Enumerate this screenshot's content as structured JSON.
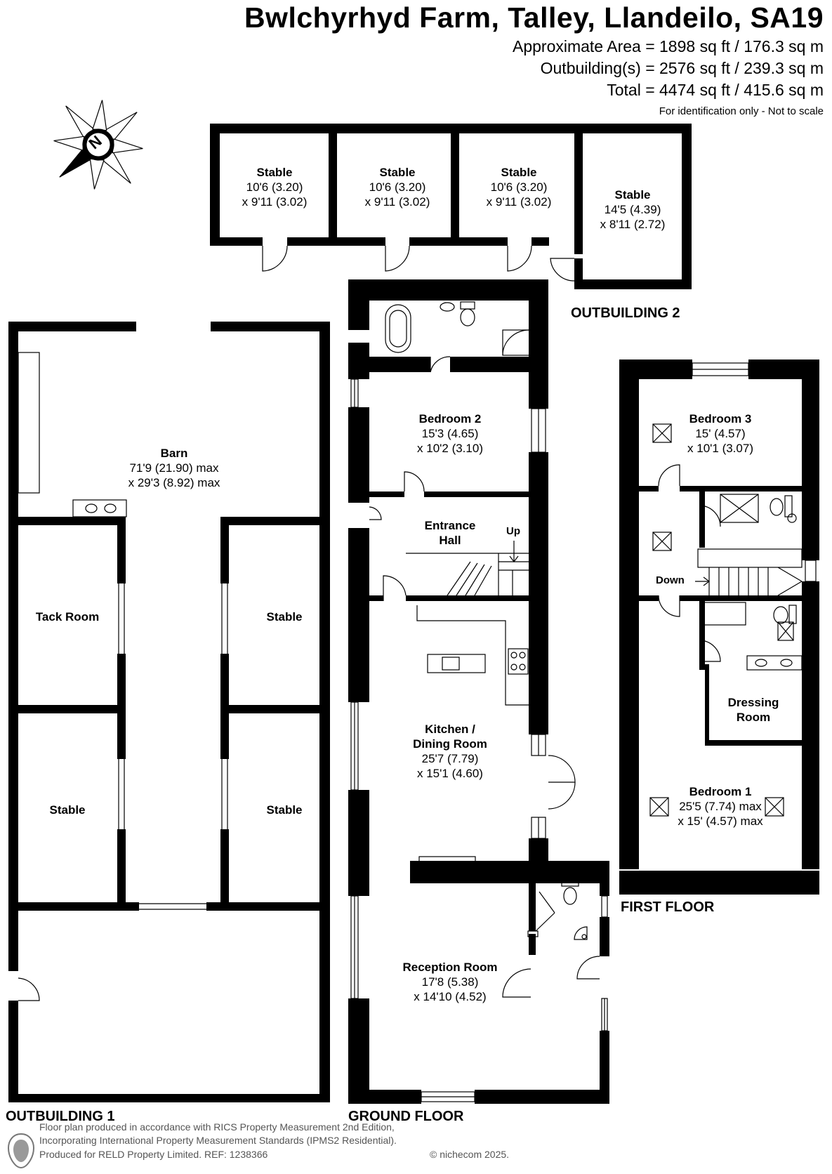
{
  "header": {
    "title": "Bwlchyrhyd Farm, Talley, Llandeilo, SA19",
    "area_line": "Approximate Area = 1898 sq ft / 176.3 sq m",
    "outbuilding_line": "Outbuilding(s) = 2576 sq ft / 239.3 sq m",
    "total_line": "Total = 4474 sq ft / 415.6 sq m",
    "note": "For identification only - Not to scale"
  },
  "compass": {
    "letter": "N"
  },
  "outbuilding2": {
    "label": "OUTBUILDING 2",
    "stables": [
      {
        "name": "Stable",
        "dim1": "10'6 (3.20)",
        "dim2": "x 9'11 (3.02)"
      },
      {
        "name": "Stable",
        "dim1": "10'6 (3.20)",
        "dim2": "x 9'11 (3.02)"
      },
      {
        "name": "Stable",
        "dim1": "10'6 (3.20)",
        "dim2": "x 9'11 (3.02)"
      },
      {
        "name": "Stable",
        "dim1": "14'5 (4.39)",
        "dim2": "x 8'11 (2.72)"
      }
    ]
  },
  "outbuilding1": {
    "label": "OUTBUILDING 1",
    "barn": {
      "name": "Barn",
      "dim1": "71'9 (21.90) max",
      "dim2": "x 29'3 (8.92) max"
    },
    "tack_room": "Tack Room",
    "stable_right_top": "Stable",
    "stable_left_bottom": "Stable",
    "stable_right_bottom": "Stable"
  },
  "ground_floor": {
    "label": "GROUND FLOOR",
    "bedroom2": {
      "name": "Bedroom 2",
      "dim1": "15'3 (4.65)",
      "dim2": "x 10'2 (3.10)"
    },
    "entrance_hall": {
      "line1": "Entrance",
      "line2": "Hall"
    },
    "up": "Up",
    "kitchen": {
      "line1": "Kitchen /",
      "line2": "Dining Room",
      "dim1": "25'7 (7.79)",
      "dim2": "x 15'1 (4.60)"
    },
    "reception": {
      "name": "Reception Room",
      "dim1": "17'8 (5.38)",
      "dim2": "x 14'10 (4.52)"
    }
  },
  "first_floor": {
    "label": "FIRST FLOOR",
    "bedroom3": {
      "name": "Bedroom 3",
      "dim1": "15' (4.57)",
      "dim2": "x 10'1 (3.07)"
    },
    "down": "Down",
    "dressing": {
      "line1": "Dressing",
      "line2": "Room"
    },
    "bedroom1": {
      "name": "Bedroom 1",
      "dim1": "25'5 (7.74) max",
      "dim2": "x 15' (4.57) max"
    }
  },
  "footer": {
    "line1": "Floor plan produced in accordance with RICS Property Measurement 2nd Edition,",
    "line2": "Incorporating International Property Measurement Standards (IPMS2 Residential).",
    "line3": "Produced for RELD Property Limited.   REF: 1238366",
    "copyright": "© nichecom 2025."
  }
}
